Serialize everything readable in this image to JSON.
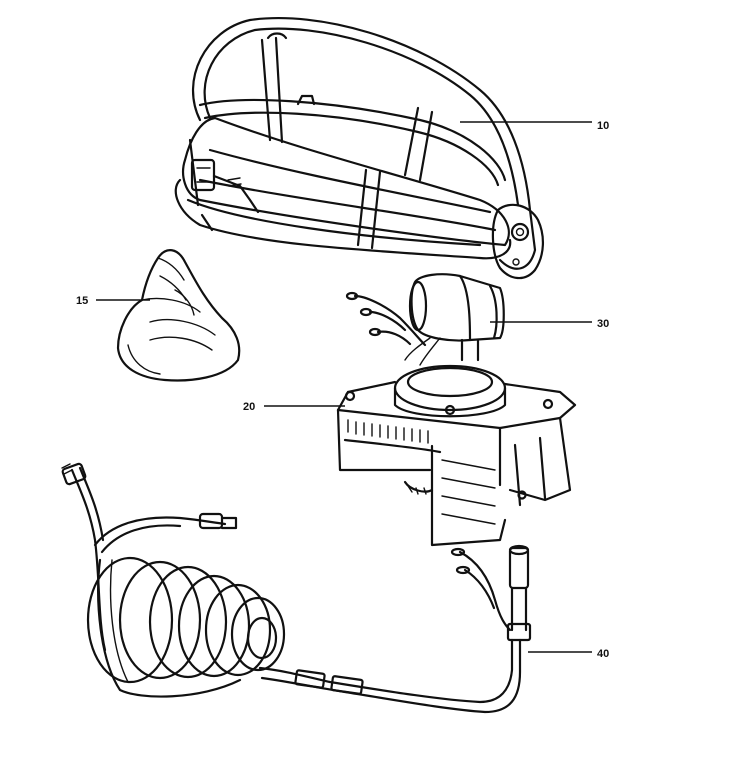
{
  "callouts": [
    {
      "id": "10",
      "label": "10"
    },
    {
      "id": "15",
      "label": "15"
    },
    {
      "id": "20",
      "label": "20"
    },
    {
      "id": "30",
      "label": "30"
    },
    {
      "id": "40",
      "label": "40"
    }
  ]
}
